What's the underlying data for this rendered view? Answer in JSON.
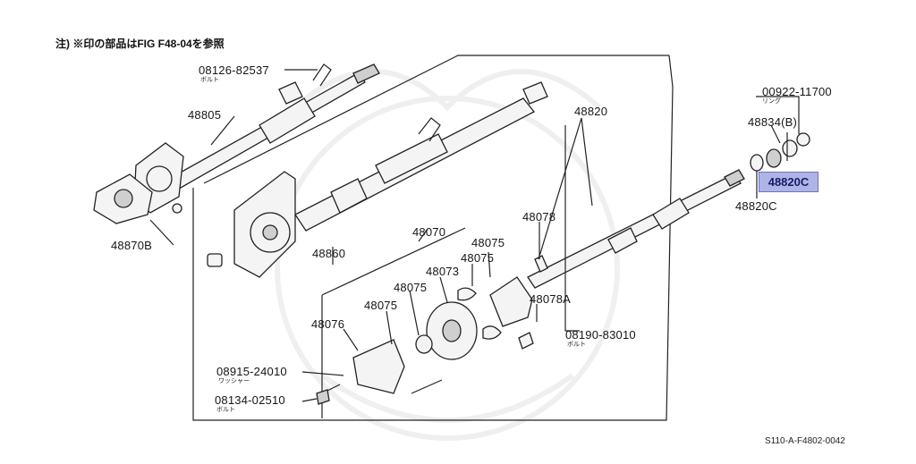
{
  "note": "注) ※印の部品はFIG F48-04を参照",
  "reference_code": "S110-A-F4802-0042",
  "highlighted_part": "48820C",
  "labels": {
    "p08126": "08126-82537",
    "p08126_sub": "ボルト",
    "p48805": "48805",
    "p48870b": "48870B",
    "p48820": "48820",
    "p00922": "00922-11700",
    "p00922_sub": "リング",
    "p48834b": "48834(B)",
    "p48820c_low": "48820C",
    "p48078": "48078",
    "p48860": "48860",
    "p48070": "48070",
    "p48075a": "48075",
    "p48075b": "48075",
    "p48073": "48073",
    "p48075c": "48075",
    "p48075d": "48075",
    "p48078a": "48078A",
    "p48076": "48076",
    "p08190": "08190-83010",
    "p08190_sub": "ボルト",
    "p08915": "08915-24010",
    "p08915_sub": "ワッシャー",
    "p08134": "08134-02510",
    "p08134_sub": "ボルト"
  }
}
